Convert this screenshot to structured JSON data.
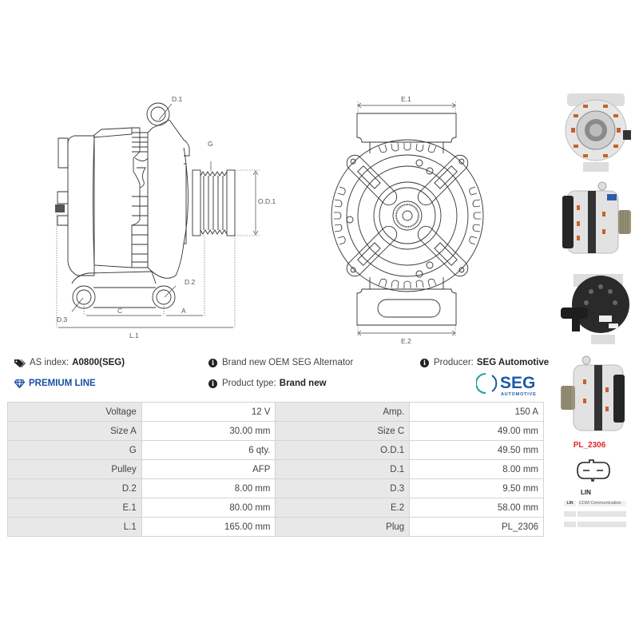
{
  "drawings": {
    "side_view": {
      "labels": {
        "d1": "D.1",
        "d2": "D.2",
        "d3": "D.3",
        "g": "G",
        "od1": "O.D.1",
        "a": "A",
        "c": "C",
        "l1": "L.1"
      }
    },
    "front_view": {
      "labels": {
        "e1": "E.1",
        "e2": "E.2"
      }
    }
  },
  "photos": [
    {
      "name": "front-view-photo"
    },
    {
      "name": "side-view-photo"
    },
    {
      "name": "rear-view-photo"
    },
    {
      "name": "side-view-2-photo"
    }
  ],
  "info": {
    "as_index_label": "AS index:",
    "as_index_value": "A0800(SEG)",
    "premium_line": "PREMIUM LINE",
    "description": "Brand new OEM SEG Alternator",
    "product_type_label": "Product type:",
    "product_type_value": "Brand new",
    "producer_label": "Producer:",
    "producer_value": "SEG Automotive",
    "icons": {
      "tag": "tag-icon",
      "gem": "diamond-icon",
      "info": "info-icon"
    }
  },
  "brand_logo": {
    "main": "SEG",
    "sub": "AUTOMOTIVE",
    "color": "#1d5aa8",
    "ring_color": "#1aa39a"
  },
  "specs": {
    "rows": [
      {
        "l1": "Voltage",
        "v1": "12 V",
        "l2": "Amp.",
        "v2": "150 A"
      },
      {
        "l1": "Size A",
        "v1": "30.00 mm",
        "l2": "Size C",
        "v2": "49.00 mm"
      },
      {
        "l1": "G",
        "v1": "6 qty.",
        "l2": "O.D.1",
        "v2": "49.50 mm"
      },
      {
        "l1": "Pulley",
        "v1": "AFP",
        "l2": "D.1",
        "v2": "8.00 mm"
      },
      {
        "l1": "D.2",
        "v1": "8.00 mm",
        "l2": "D.3",
        "v2": "9.50 mm"
      },
      {
        "l1": "E.1",
        "v1": "80.00 mm",
        "l2": "E.2",
        "v2": "58.00 mm"
      },
      {
        "l1": "L.1",
        "v1": "165.00 mm",
        "l2": "Plug",
        "v2": "PL_2306"
      }
    ]
  },
  "plug": {
    "code": "PL_2306",
    "code_color": "#e4242a",
    "type": "LIN",
    "pins": [
      {
        "key": "LIN",
        "value": "COM Communication"
      },
      {
        "key": "",
        "value": ""
      },
      {
        "key": "",
        "value": ""
      }
    ]
  }
}
